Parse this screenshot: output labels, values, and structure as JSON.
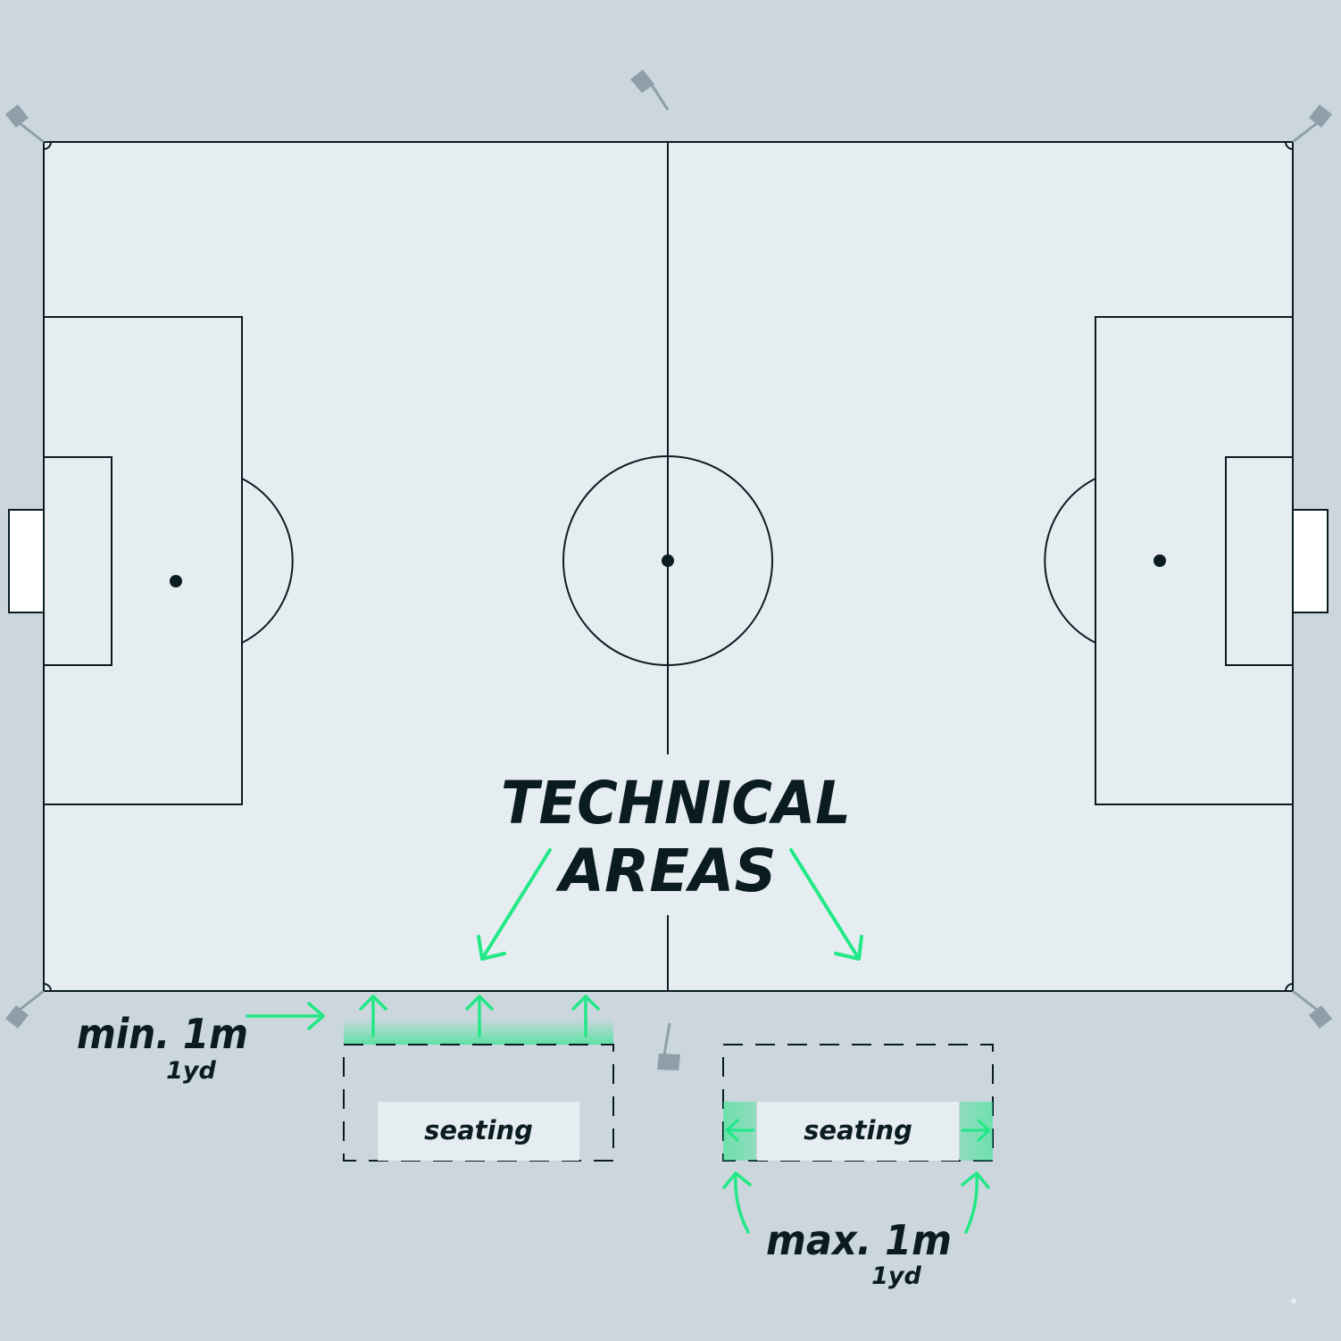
{
  "diagram": {
    "title_line1": "TECHNICAL",
    "title_line2": "AREAS",
    "left_area": {
      "seating_label": "seating",
      "measure_main": "min. 1m",
      "measure_sub": "1yd"
    },
    "right_area": {
      "seating_label": "seating",
      "measure_main": "max. 1m",
      "measure_sub": "1yd"
    }
  },
  "colors": {
    "background": "#cbd6dd",
    "pitch": "#e5edf1",
    "lines": "#0b1b22",
    "accent_green": "#22e886",
    "flag_grey": "#8e9fa9",
    "seat_fill": "#e5edf1"
  },
  "icons": [
    "corner-flag-icon",
    "halfway-flag-icon",
    "arrow-icon"
  ]
}
